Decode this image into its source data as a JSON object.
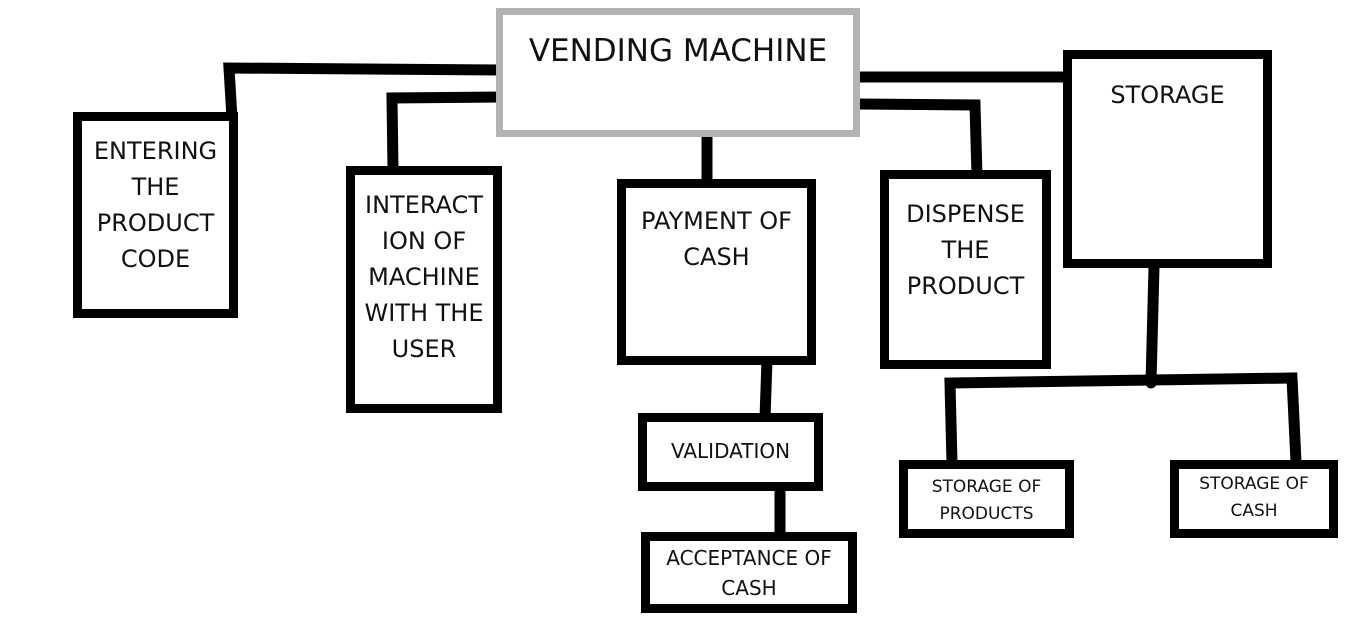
{
  "colors": {
    "box_border": "#000000",
    "root_border": "#b3b3b3",
    "line": "#000000",
    "background": "#ffffff"
  },
  "nodes": {
    "root": "VENDING MACHINE",
    "entering_code": "ENTERING\nTHE\nPRODUCT\nCODE",
    "interaction": "INTERACT\nION OF\nMACHINE\nWITH THE\nUSER",
    "payment": "PAYMENT OF\nCASH",
    "dispense": "DISPENSE\nTHE\nPRODUCT",
    "storage": "STORAGE",
    "validation": "VALIDATION",
    "acceptance": "ACCEPTANCE OF\nCASH",
    "storage_products": "STORAGE OF\nPRODUCTS",
    "storage_cash": "STORAGE OF\nCASH"
  }
}
